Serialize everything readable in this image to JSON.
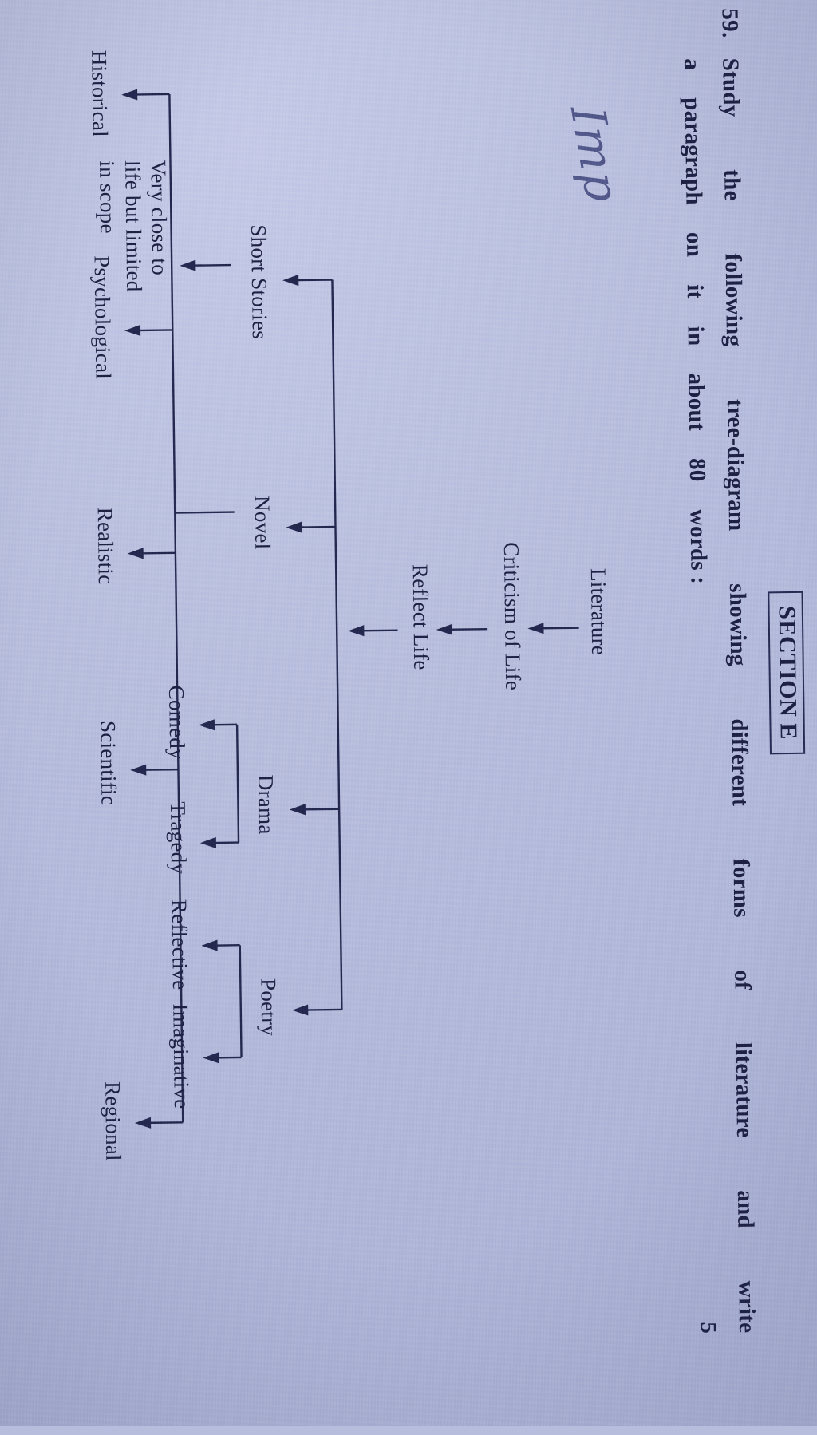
{
  "header": {
    "section_label": "SECTION E"
  },
  "question": {
    "number": "59.",
    "line1_words": [
      "Study",
      "the",
      "following",
      "tree-diagram",
      "showing",
      "different",
      "forms",
      "of",
      "literature",
      "and",
      "write"
    ],
    "line2_words": [
      "a",
      "paragraph",
      "on",
      "it",
      "in",
      "about",
      "80",
      "words :"
    ],
    "full_text": "59. Study the following tree-diagram showing different forms of literature and write a paragraph on it in about 80 words :",
    "marks": "5"
  },
  "annotation": {
    "handwritten_note": "Imp"
  },
  "chart_data": {
    "type": "diagram",
    "diagram_kind": "tree-diagram",
    "title": "Forms of Literature",
    "root": "Literature",
    "nodes": [
      {
        "id": "literature",
        "label": "Literature",
        "level": 0
      },
      {
        "id": "criticism",
        "label": "Criticism of Life",
        "level": 1
      },
      {
        "id": "reflect",
        "label": "Reflect Life",
        "level": 2
      },
      {
        "id": "poetry",
        "label": "Poetry",
        "level": 3
      },
      {
        "id": "drama",
        "label": "Drama",
        "level": 3
      },
      {
        "id": "novel",
        "label": "Novel",
        "level": 3
      },
      {
        "id": "short_stories",
        "label": "Short Stories",
        "level": 3
      },
      {
        "id": "imaginative",
        "label": "Imaginative",
        "level": 4
      },
      {
        "id": "reflective",
        "label": "Reflective",
        "level": 4
      },
      {
        "id": "tragedy",
        "label": "Tragedy",
        "level": 4
      },
      {
        "id": "comedy",
        "label": "Comedy",
        "level": 4
      },
      {
        "id": "historical",
        "label": "Historical",
        "level": 4
      },
      {
        "id": "psychological",
        "label": "Psychological",
        "level": 4
      },
      {
        "id": "realistic",
        "label": "Realistic",
        "level": 4
      },
      {
        "id": "scientific",
        "label": "Scientific",
        "level": 4
      },
      {
        "id": "regional",
        "label": "Regional",
        "level": 4
      },
      {
        "id": "scope_note",
        "label": "Very close to life but limited in scope",
        "level": 4
      }
    ],
    "edges": [
      {
        "from": "literature",
        "to": "criticism"
      },
      {
        "from": "criticism",
        "to": "reflect"
      },
      {
        "from": "reflect",
        "to": "poetry"
      },
      {
        "from": "reflect",
        "to": "drama"
      },
      {
        "from": "reflect",
        "to": "novel"
      },
      {
        "from": "reflect",
        "to": "short_stories"
      },
      {
        "from": "poetry",
        "to": "imaginative"
      },
      {
        "from": "poetry",
        "to": "reflective"
      },
      {
        "from": "drama",
        "to": "tragedy"
      },
      {
        "from": "drama",
        "to": "comedy"
      },
      {
        "from": "novel",
        "to": "historical"
      },
      {
        "from": "novel",
        "to": "psychological"
      },
      {
        "from": "novel",
        "to": "realistic"
      },
      {
        "from": "novel",
        "to": "scientific"
      },
      {
        "from": "novel",
        "to": "regional"
      },
      {
        "from": "short_stories",
        "to": "scope_note"
      }
    ]
  },
  "tree_labels": {
    "literature": "Literature",
    "criticism": "Criticism  of  Life",
    "reflect": "Reflect  Life",
    "poetry": "Poetry",
    "drama": "Drama",
    "novel": "Novel",
    "short_stories": "Short Stories",
    "imaginative": "Imaginative",
    "reflective": "Reflective",
    "tragedy": "Tragedy",
    "comedy": "Comedy",
    "historical": "Historical",
    "psychological": "Psychological",
    "realistic": "Realistic",
    "scientific": "Scientific",
    "regional": "Regional",
    "scope_note_l1": "Very  close  to",
    "scope_note_l2": "life  but  limited",
    "scope_note_l3": "in  scope"
  },
  "colors": {
    "paper": "#b7bddd",
    "ink": "#23274d",
    "handwriting": "#3a3f74"
  }
}
